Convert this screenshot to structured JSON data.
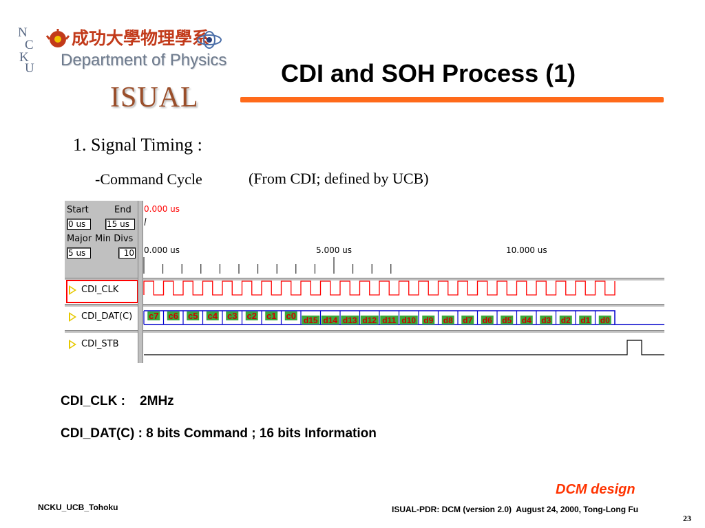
{
  "logo": {
    "ncku_letters": [
      "N",
      "C",
      "K",
      "U"
    ],
    "chinese_name": "成功大學物理學系",
    "department": "Department of Physics",
    "isual": "ISUAL"
  },
  "title": "CDI and SOH Process (1)",
  "section_heading": "1. Signal Timing :",
  "subheading": "-Command Cycle",
  "source_note": "(From CDI; defined by UCB)",
  "viewer": {
    "start_label": "Start",
    "end_label": "End",
    "start_value": "0 us",
    "end_value": "15 us",
    "major_label": "Major",
    "min_divs_label": "Min Divs",
    "major_value": "5 us",
    "min_divs_value": "10",
    "cursor_time": "0.000 us",
    "ticks": [
      "0.000 us",
      "5.000 us",
      "10.000 us"
    ],
    "signals": [
      "CDI_CLK",
      "CDI_DAT(C)",
      "CDI_STB"
    ],
    "command_bits": [
      "c7",
      "c6",
      "c5",
      "c4",
      "c3",
      "c2",
      "c1",
      "c0"
    ],
    "data_bits": [
      "d15",
      "d14",
      "d13",
      "d12",
      "d11",
      "d10",
      "d9",
      "d8",
      "d7",
      "d6",
      "d5",
      "d4",
      "d3",
      "d2",
      "d1",
      "d0"
    ],
    "colors": {
      "highlight": "#ff0000",
      "data_line": "#0000cc",
      "clock": "#ff0000",
      "bit_box": "#3aa83a",
      "bit_text": "#cc0000"
    }
  },
  "note_clk": "CDI_CLK :    2MHz",
  "note_dat": "CDI_DAT(C) : 8 bits Command ; 16 bits Information",
  "brand": "DCM design",
  "footer_left": "NCKU_UCB_Tohoku",
  "footer_right": "ISUAL-PDR: DCM (version 2.0)  August 24, 2000, Tong-Long Fu",
  "page_number": "23"
}
